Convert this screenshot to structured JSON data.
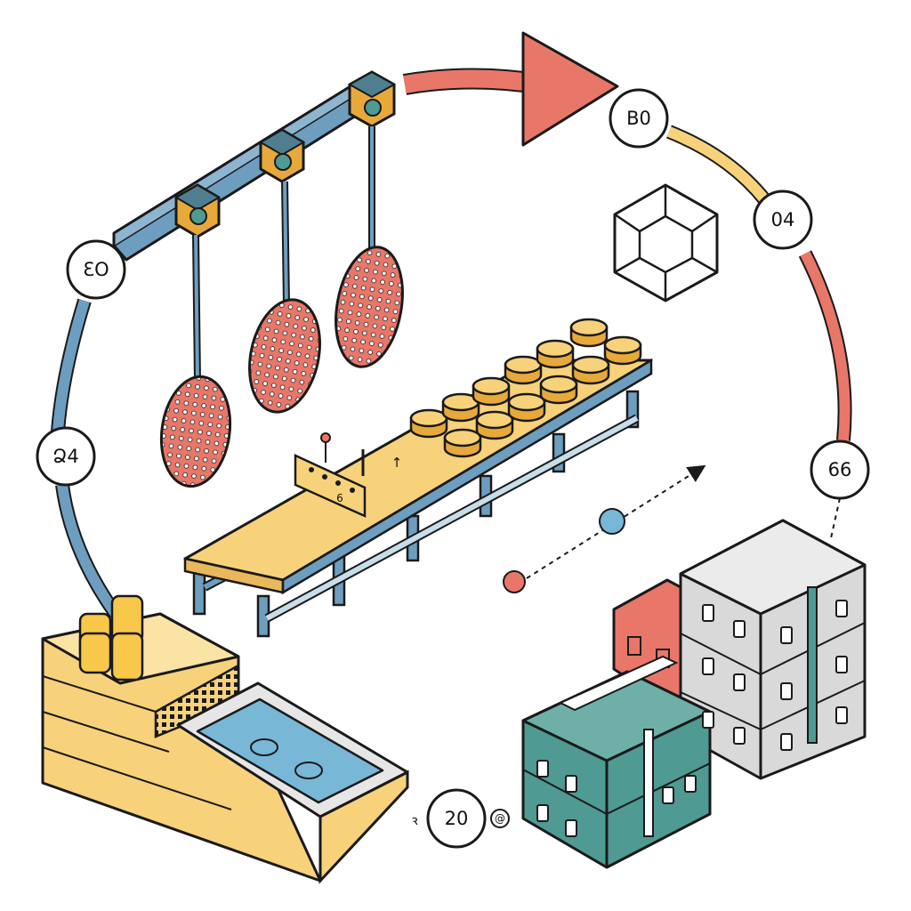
{
  "colors": {
    "coral": "#E8776A",
    "yellow": "#F7D27A",
    "teal": "#4F9A92",
    "blue": "#6E9EBF",
    "lightblue": "#78B7D6",
    "gray": "#D9D9D9",
    "outline": "#1A1A1A"
  },
  "cycle": {
    "arrow_direction": "clockwise",
    "stages": [
      {
        "id": "top-right",
        "label": "B0"
      },
      {
        "id": "right-upper",
        "label": "04"
      },
      {
        "id": "right-lower",
        "label": "66"
      },
      {
        "id": "bottom",
        "label": "20"
      },
      {
        "id": "left-lower",
        "label": "Ձ4"
      },
      {
        "id": "left-upper",
        "label": "ƐO"
      }
    ],
    "bottom_side_marks": {
      "left": "ꝛ",
      "right": "@"
    }
  },
  "objects": {
    "conveyor_panel_text": "6",
    "panel_arrow": "↑",
    "hexagon_icon": "hexagon-icon",
    "boxes_icon": "boxes-icon",
    "paddles_icon": "paddle-icon",
    "tank_icon": "tank-icon"
  }
}
